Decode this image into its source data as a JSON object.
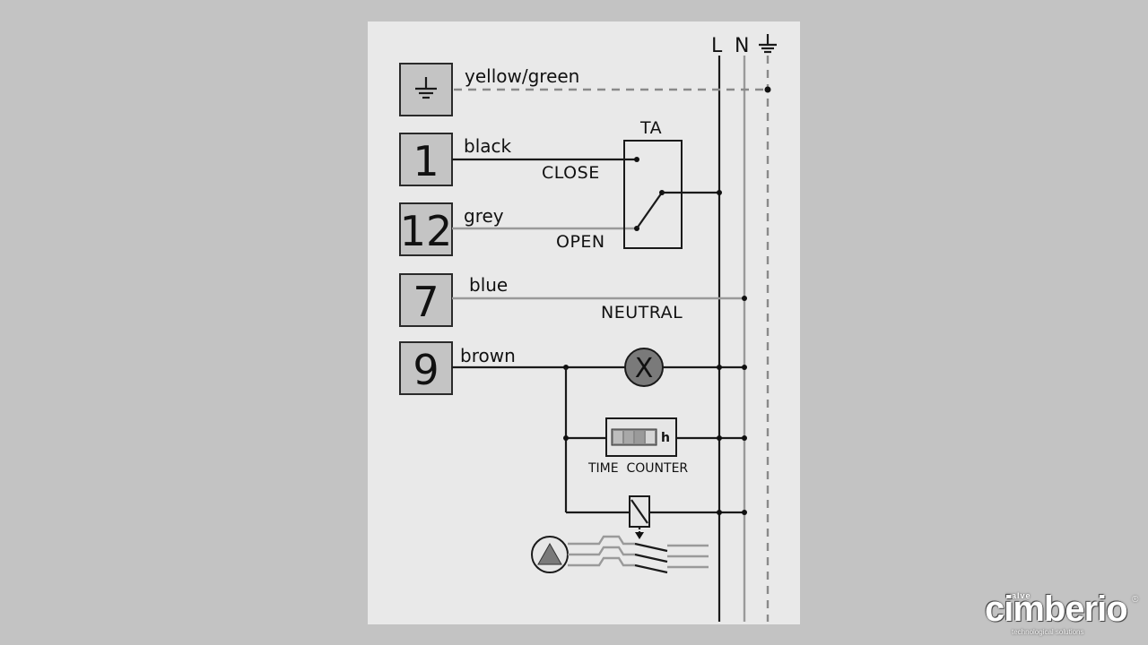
{
  "bus": {
    "line": "L",
    "neutral": "N"
  },
  "terminals": [
    {
      "number": "1",
      "wire": "black"
    },
    {
      "number": "12",
      "wire": "grey"
    },
    {
      "number": "7",
      "wire": "blue"
    },
    {
      "number": "9",
      "wire": "brown"
    }
  ],
  "earth_wire": "yellow/green",
  "thermostat": {
    "name": "TA",
    "close_label": "CLOSE",
    "open_label": "OPEN"
  },
  "neutral_label": "NEUTRAL",
  "lamp_symbol": "X",
  "time_counter": {
    "unit": "h",
    "label": "TIME  COUNTER"
  },
  "logo": {
    "small": "valve",
    "brand": "cimberio",
    "mark": "®",
    "tagline": "technological solutions"
  },
  "icons": {
    "earth": "earth-ground-icon",
    "pump": "pump-icon",
    "relay": "relay-coil-icon"
  }
}
